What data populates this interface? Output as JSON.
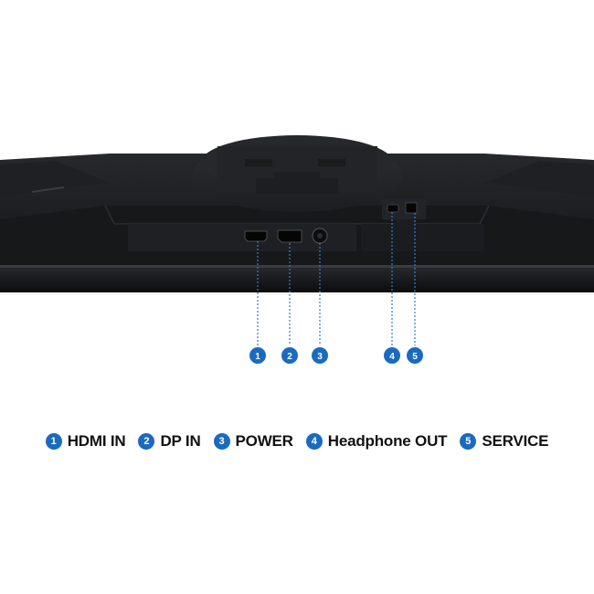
{
  "accent_color": "#1a6bbf",
  "monitor": {
    "ports": [
      {
        "number": "1",
        "icon": "hdmi-port"
      },
      {
        "number": "2",
        "icon": "displayport-port"
      },
      {
        "number": "3",
        "icon": "power-jack"
      },
      {
        "number": "4",
        "icon": "headphone-jack"
      },
      {
        "number": "5",
        "icon": "service-port"
      }
    ]
  },
  "legend": [
    {
      "number": "1",
      "label": "HDMI IN"
    },
    {
      "number": "2",
      "label": "DP IN"
    },
    {
      "number": "3",
      "label": "POWER"
    },
    {
      "number": "4",
      "label": "Headphone OUT"
    },
    {
      "number": "5",
      "label": "SERVICE"
    }
  ]
}
